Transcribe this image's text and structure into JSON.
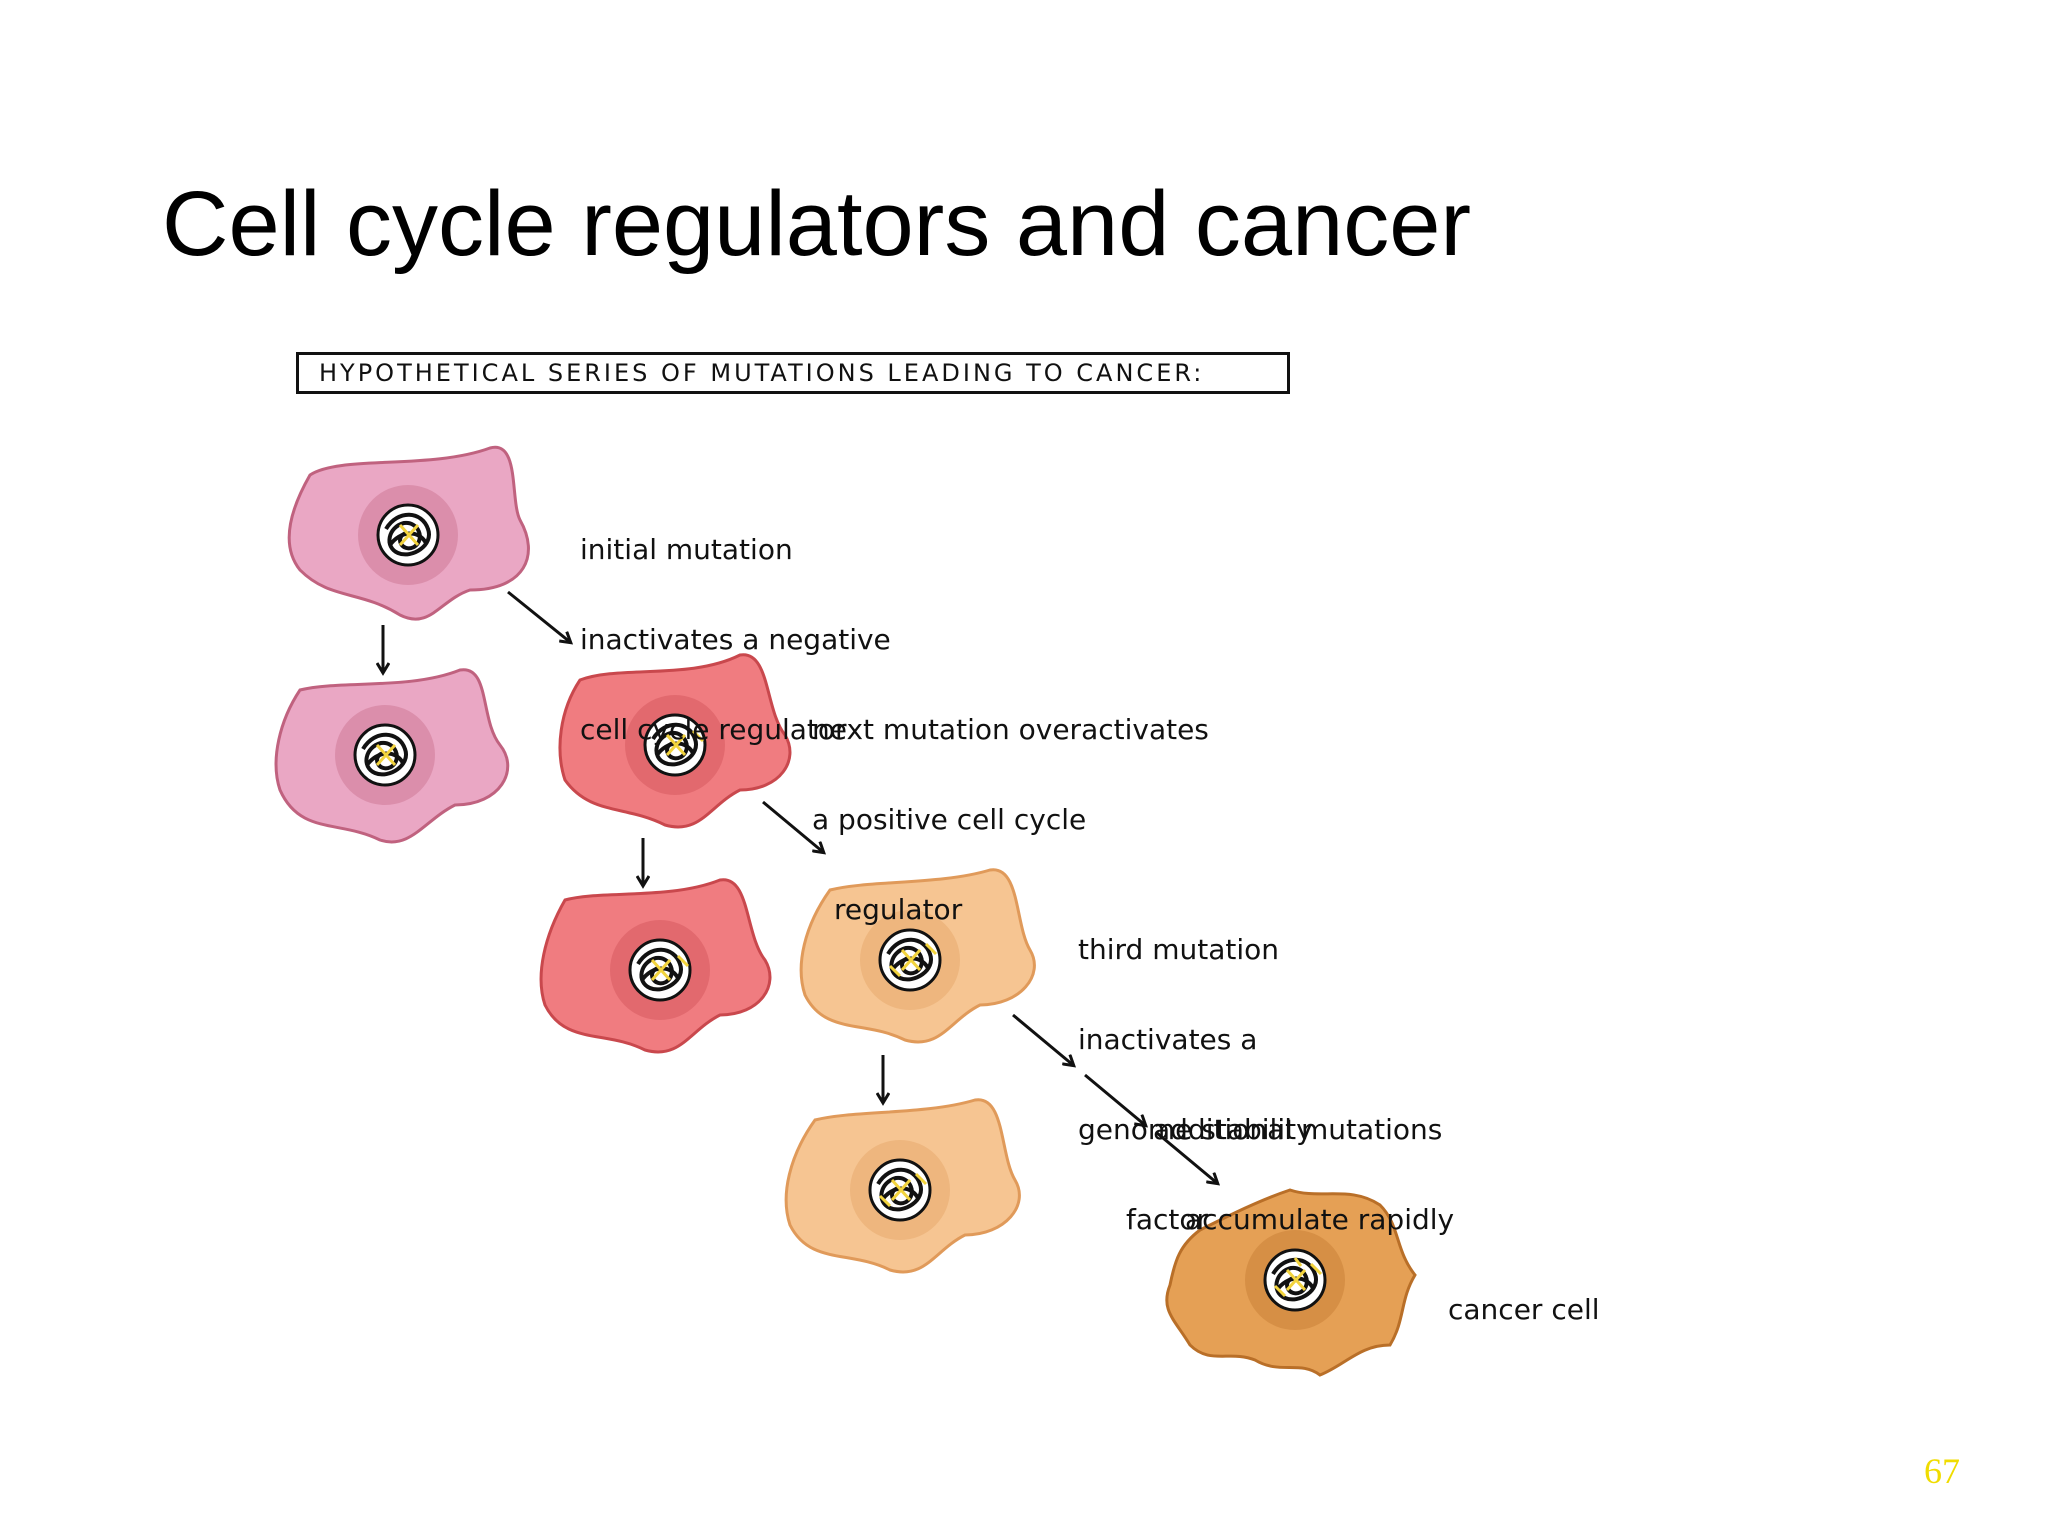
{
  "slide": {
    "title": "Cell cycle regulators and cancer",
    "page_number": "67"
  },
  "diagram": {
    "header": "HYPOTHETICAL SERIES OF MUTATIONS LEADING TO CANCER:",
    "labels": {
      "initial": [
        "initial mutation",
        "inactivates a negative",
        "cell cycle regulator"
      ],
      "next": [
        "next mutation overactivates",
        "a positive cell cycle",
        "regulator"
      ],
      "third": [
        "third mutation",
        "inactivates a",
        "genome stability",
        "factor"
      ],
      "additional": [
        "additional mutations",
        "accumulate rapidly"
      ],
      "cancer": [
        "cancer cell"
      ]
    },
    "colors": {
      "stage1_fill": "#eaa7c4",
      "stage1_stroke": "#c0627f",
      "stage2_fill": "#f07c80",
      "stage2_stroke": "#c9484d",
      "stage3_fill": "#f6c592",
      "stage3_stroke": "#e09a5a",
      "cancer_fill": "#e5a055",
      "cancer_stroke": "#b96f28",
      "dna_marks": "#f2d33d"
    }
  }
}
